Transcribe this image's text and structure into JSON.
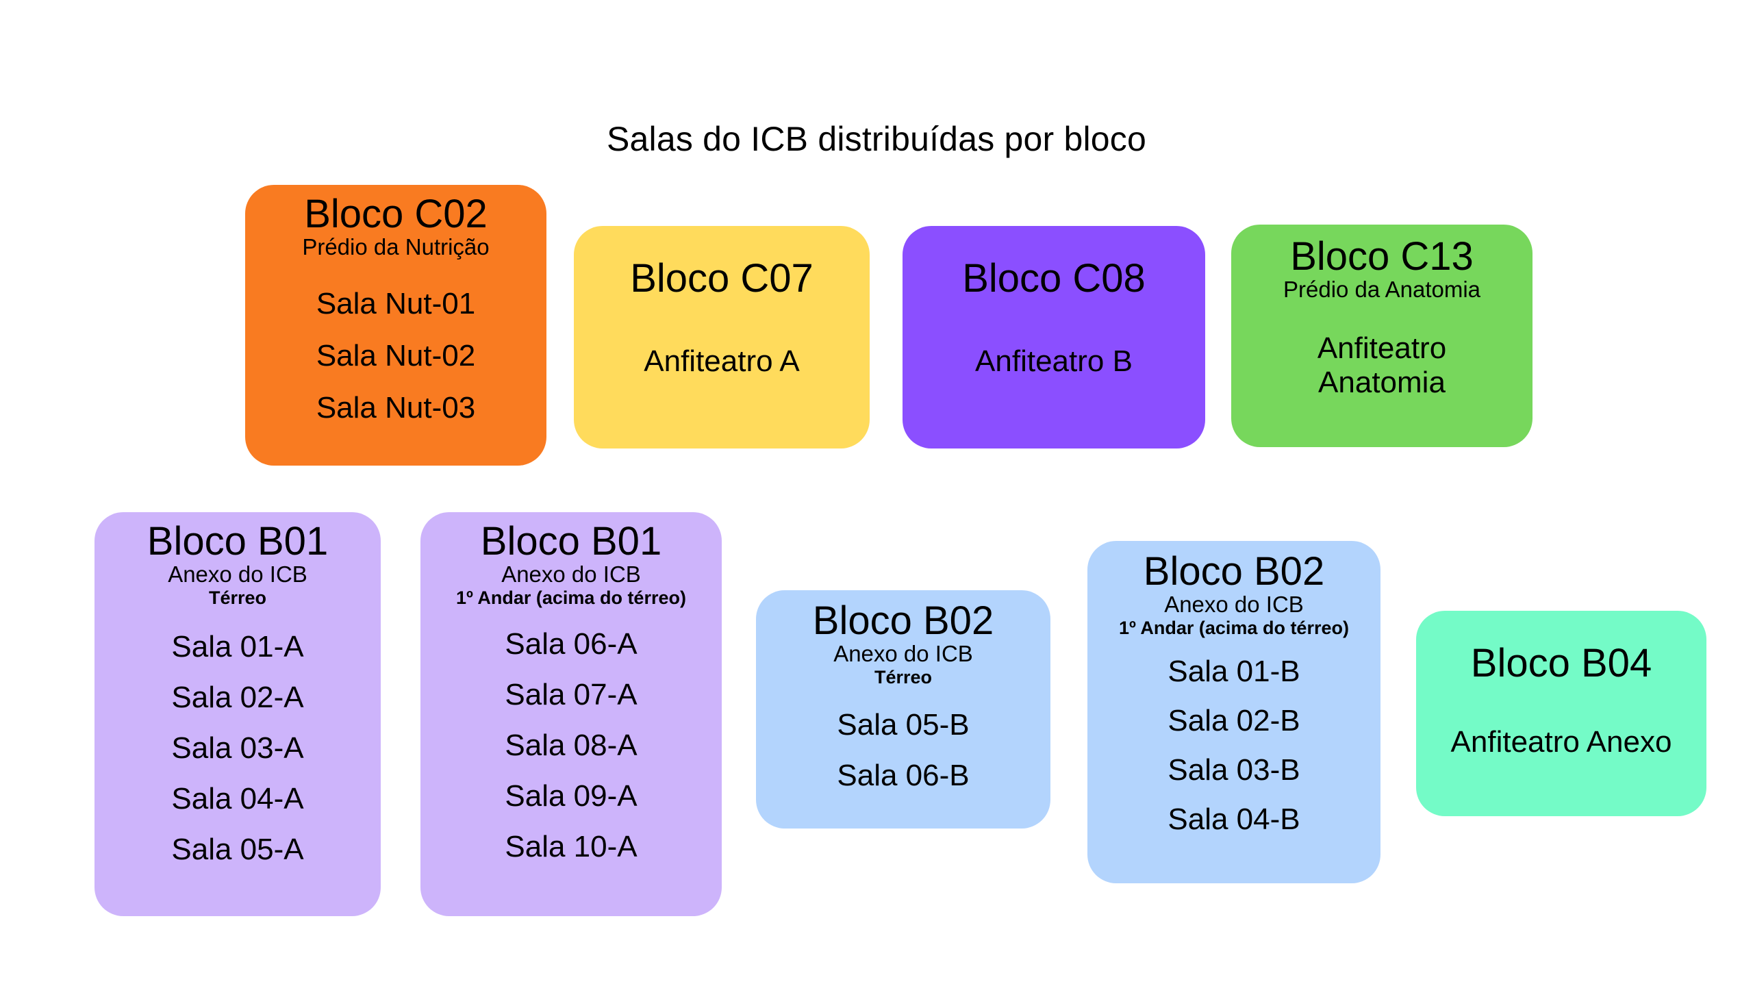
{
  "page": {
    "title": "Salas do ICB distribuídas por bloco",
    "background": "#ffffff"
  },
  "cards": [
    {
      "id": "c02",
      "title": "Bloco C02",
      "subtitle": "Prédio da Nutrição",
      "floor": "",
      "caption": "",
      "color": "#F97B21",
      "rooms": [
        "Sala Nut-01",
        "Sala Nut-02",
        "Sala Nut-03"
      ]
    },
    {
      "id": "c07",
      "title": "Bloco C07",
      "subtitle": "",
      "floor": "",
      "caption": "Anfiteatro A",
      "color": "#FFDB5C",
      "rooms": []
    },
    {
      "id": "c08",
      "title": "Bloco C08",
      "subtitle": "",
      "floor": "",
      "caption": "Anfiteatro B",
      "color": "#8B4FFF",
      "rooms": []
    },
    {
      "id": "c13",
      "title": "Bloco C13",
      "subtitle": "Prédio da Anatomia",
      "floor": "",
      "caption": "Anfiteatro\nAnatomia",
      "color": "#77D75C",
      "rooms": []
    },
    {
      "id": "b01-terreo",
      "title": "Bloco B01",
      "subtitle": "Anexo do ICB",
      "floor": "Térreo",
      "caption": "",
      "color": "#CDB4FB",
      "rooms": [
        "Sala 01-A",
        "Sala 02-A",
        "Sala 03-A",
        "Sala 04-A",
        "Sala 05-A"
      ]
    },
    {
      "id": "b01-andar",
      "title": "Bloco B01",
      "subtitle": "Anexo do ICB",
      "floor": "1º Andar (acima do térreo)",
      "caption": "",
      "color": "#CDB4FB",
      "rooms": [
        "Sala 06-A",
        "Sala 07-A",
        "Sala 08-A",
        "Sala 09-A",
        "Sala 10-A"
      ]
    },
    {
      "id": "b02-terreo",
      "title": "Bloco B02",
      "subtitle": "Anexo do ICB",
      "floor": "Térreo",
      "caption": "",
      "color": "#B3D4FD",
      "rooms": [
        "Sala 05-B",
        "Sala 06-B"
      ]
    },
    {
      "id": "b02-andar",
      "title": "Bloco B02",
      "subtitle": "Anexo do ICB",
      "floor": "1º Andar (acima do térreo)",
      "caption": "",
      "color": "#B3D4FD",
      "rooms": [
        "Sala 01-B",
        "Sala 02-B",
        "Sala 03-B",
        "Sala 04-B"
      ]
    },
    {
      "id": "b04",
      "title": "Bloco B04",
      "subtitle": "",
      "floor": "",
      "caption": "Anfiteatro Anexo",
      "color": "#74FBC7",
      "rooms": []
    }
  ]
}
